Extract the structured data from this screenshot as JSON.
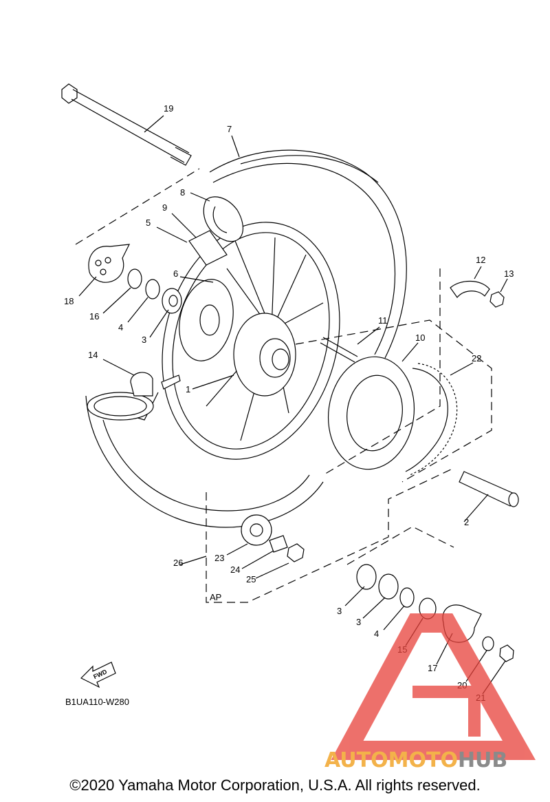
{
  "diagram": {
    "callouts": [
      "1",
      "2",
      "3",
      "3",
      "3",
      "4",
      "4",
      "5",
      "6",
      "7",
      "8",
      "9",
      "10",
      "11",
      "12",
      "13",
      "14",
      "15",
      "16",
      "17",
      "18",
      "19",
      "20",
      "21",
      "22",
      "23",
      "24",
      "25",
      "26"
    ],
    "ap_label": "AP",
    "fwd_label": "FWD",
    "diagram_code": "B1UA110-W280"
  },
  "watermark": {
    "part1": "AUTO",
    "part2": "MOTO",
    "part3": "HUB",
    "colors": {
      "orange": "#f3b24a",
      "gray": "#8a8a8a",
      "red": "#e8413a"
    }
  },
  "footer": {
    "copyright": "©2020 Yamaha Motor Corporation, U.S.A. All rights reserved."
  }
}
